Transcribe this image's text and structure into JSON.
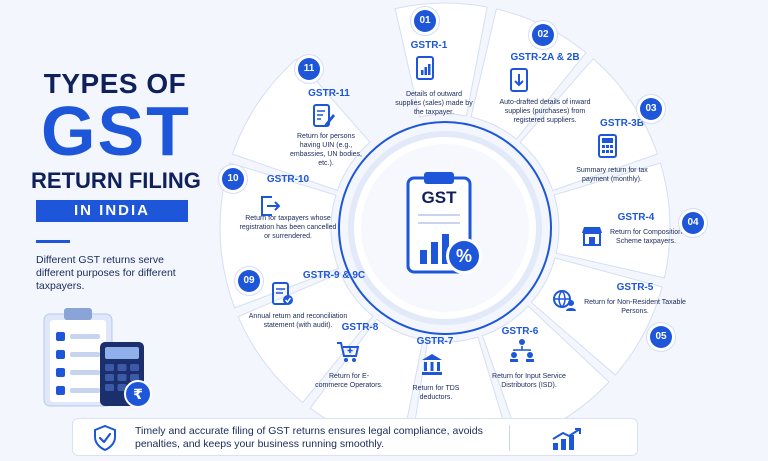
{
  "header": {
    "title_line1": "TYPES OF",
    "title_line2": "GST",
    "title_line3": "RETURN FILING",
    "title_line4": "IN INDIA",
    "description": "Different GST returns serve different purposes for different taxpayers."
  },
  "center": {
    "doc_label": "GST",
    "percent_symbol": "%"
  },
  "returns": [
    {
      "number": "01",
      "name": "GSTR-1",
      "description": "Details of outward supplies (sales) made by the taxpayer.",
      "icon": "document-chart-icon"
    },
    {
      "number": "02",
      "name": "GSTR-2A & 2B",
      "description": "Auto-drafted details of inward supplies (purchases) from registered suppliers.",
      "icon": "document-download-icon"
    },
    {
      "number": "03",
      "name": "GSTR-3B",
      "description": "Summary return for tax payment (monthly).",
      "icon": "calculator-icon"
    },
    {
      "number": "04",
      "name": "GSTR-4",
      "description": "Return for Composition Scheme taxpayers.",
      "icon": "shop-icon"
    },
    {
      "number": "05",
      "name": "GSTR-5",
      "description": "Return for Non-Resident Taxable Persons.",
      "icon": "globe-person-icon"
    },
    {
      "number": "",
      "name": "GSTR-6",
      "description": "Return for Input Service Distributors (ISD).",
      "icon": "network-people-icon"
    },
    {
      "number": "",
      "name": "GSTR-7",
      "description": "Return for TDS deductors.",
      "icon": "bank-icon"
    },
    {
      "number": "",
      "name": "GSTR-8",
      "description": "Return for E-commerce Operators.",
      "icon": "cart-icon"
    },
    {
      "number": "09",
      "name": "GSTR-9 & 9C",
      "description": "Annual return and reconciliation statement (with audit).",
      "icon": "document-check-icon"
    },
    {
      "number": "10",
      "name": "GSTR-10",
      "description": "Return for taxpayers whose registration has been cancelled or surrendered.",
      "icon": "document-exit-icon"
    },
    {
      "number": "11",
      "name": "GSTR-11",
      "description": "Return for persons having UIN (e.g., embassies, UN bodies, etc.).",
      "icon": "document-pen-icon"
    }
  ],
  "banner": {
    "text": "Timely and accurate filing of GST returns ensures legal compliance, avoids penalties, and keeps your business running smoothly."
  },
  "colors": {
    "primary": "#1d56d8",
    "navy": "#10205a",
    "background": "#f3f6fc"
  },
  "icons": {
    "clipboard": "clipboard-checklist-icon",
    "calculator": "calculator-rupee-icon",
    "banner_shield": "shield-check-icon",
    "banner_growth": "growth-chart-icon"
  }
}
